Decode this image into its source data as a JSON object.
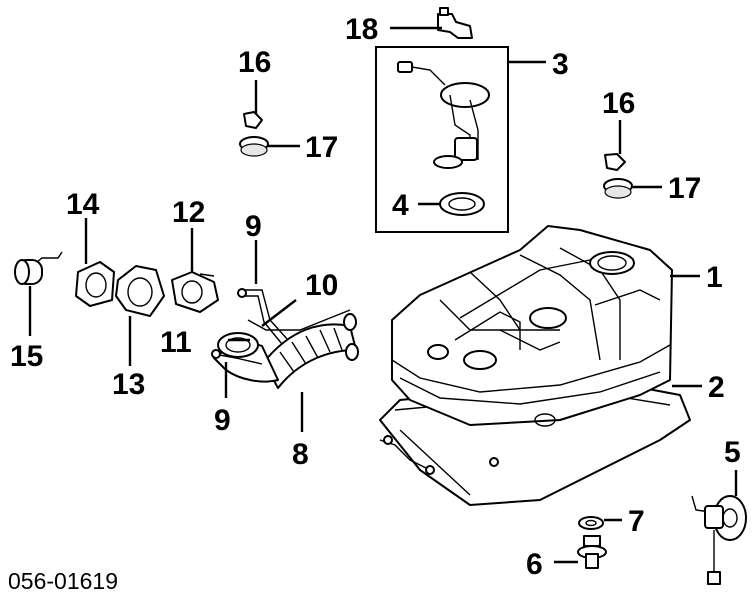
{
  "diagram_code": "056-01619",
  "callouts": {
    "c1": "1",
    "c2": "2",
    "c3": "3",
    "c4": "4",
    "c5": "5",
    "c6": "6",
    "c7": "7",
    "c8": "8",
    "c9a": "9",
    "c9b": "9",
    "c10": "10",
    "c11": "11",
    "c12": "12",
    "c13": "13",
    "c14": "14",
    "c15": "15",
    "c16a": "16",
    "c16b": "16",
    "c17a": "17",
    "c17b": "17",
    "c18": "18"
  }
}
